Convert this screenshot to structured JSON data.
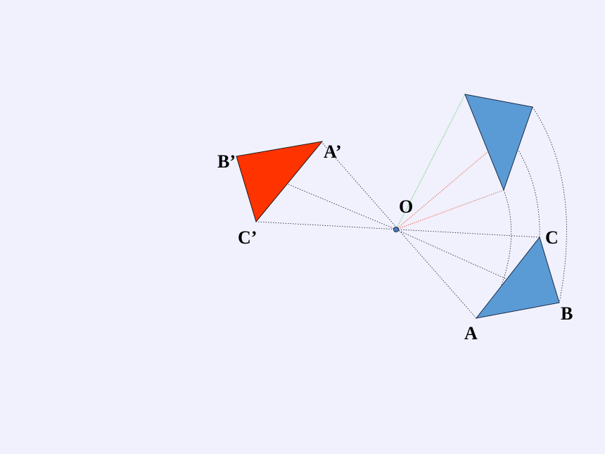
{
  "colors": {
    "background": "#f0f1fd",
    "original_triangle": "#5b9bd5",
    "rotated_triangle": "#ff3300",
    "center_point": "#4a7fc0",
    "guide_line": "#333333",
    "ray_green": "#66cc66",
    "ray_red": "#ee6655"
  },
  "labels": {
    "center": "O",
    "a": "A",
    "b": "B",
    "c": "C",
    "a_prime": "A’",
    "b_prime": "B’",
    "c_prime": "C’"
  }
}
